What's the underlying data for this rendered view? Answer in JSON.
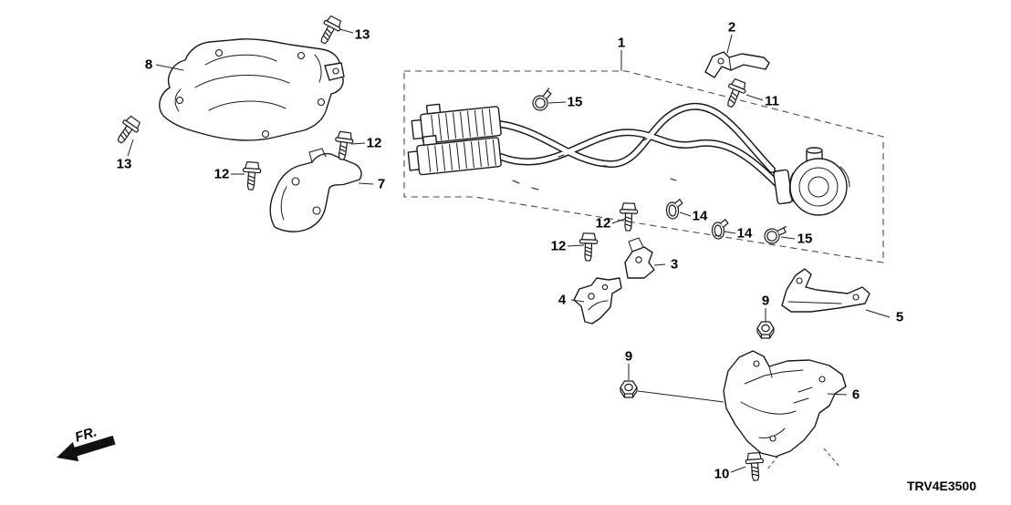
{
  "diagram": {
    "code": "TRV4E3500",
    "fr_label": "FR.",
    "callouts": [
      {
        "label": "13"
      },
      {
        "label": "8"
      },
      {
        "label": "1"
      },
      {
        "label": "2"
      },
      {
        "label": "15"
      },
      {
        "label": "11"
      },
      {
        "label": "13"
      },
      {
        "label": "12"
      },
      {
        "label": "12"
      },
      {
        "label": "7"
      },
      {
        "label": "12"
      },
      {
        "label": "14"
      },
      {
        "label": "12"
      },
      {
        "label": "14"
      },
      {
        "label": "15"
      },
      {
        "label": "3"
      },
      {
        "label": "4"
      },
      {
        "label": "9"
      },
      {
        "label": "5"
      },
      {
        "label": "9"
      },
      {
        "label": "6"
      },
      {
        "label": "10"
      }
    ]
  }
}
